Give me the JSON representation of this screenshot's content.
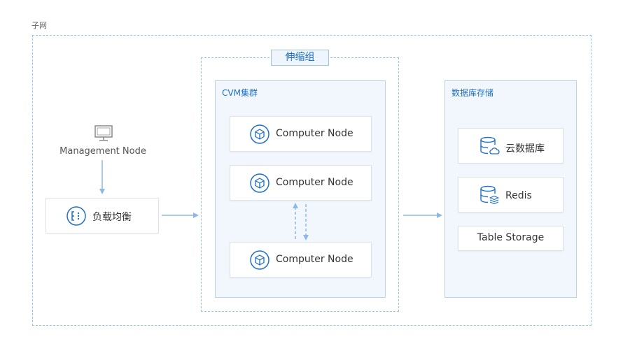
{
  "subnet": {
    "label": "子网"
  },
  "management": {
    "label": "Management Node",
    "icon": "monitor-icon"
  },
  "load_balancer": {
    "label": "负载均衡",
    "icon": "load-balancer-icon"
  },
  "scaling_group": {
    "tag": "伸缩组",
    "cluster": {
      "title": "CVM集群",
      "nodes": [
        {
          "label": "Computer Node",
          "icon": "cube-icon"
        },
        {
          "label": "Computer Node",
          "icon": "cube-icon"
        },
        {
          "label": "Computer Node",
          "icon": "cube-icon"
        }
      ]
    }
  },
  "database_storage": {
    "title": "数据库存储",
    "items": [
      {
        "label": "云数据库",
        "icon": "cloud-database-icon"
      },
      {
        "label": "Redis",
        "icon": "redis-stack-icon"
      },
      {
        "label": "Table Storage"
      }
    ]
  },
  "colors": {
    "accent": "#1e6fc4",
    "line": "#8fb8e3",
    "panel": "#f2f7fd",
    "border": "#9cc3ea"
  }
}
